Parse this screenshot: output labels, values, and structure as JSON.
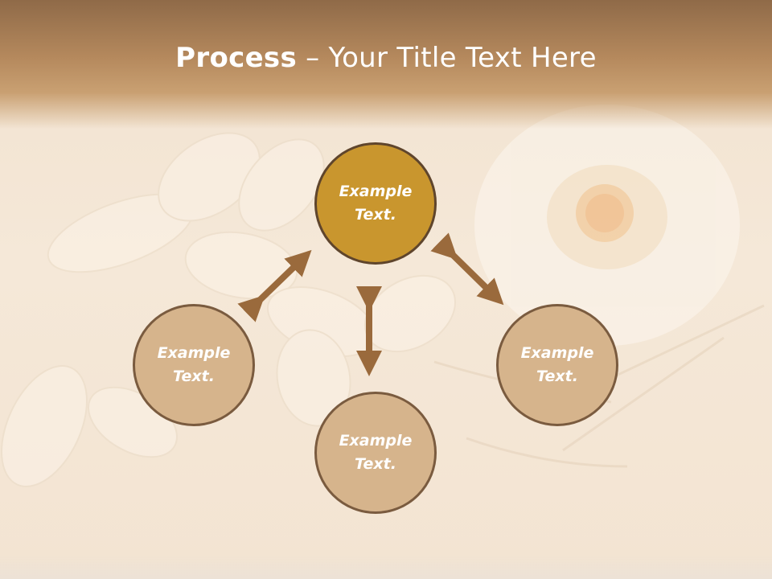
{
  "slide": {
    "title_bold": "Process",
    "title_rest": " – Your Title Text Here"
  },
  "diagram": {
    "center": {
      "label_line1": "Example",
      "label_line2": "Text."
    },
    "left": {
      "label_line1": "Example",
      "label_line2": "Text."
    },
    "bottom": {
      "label_line1": "Example",
      "label_line2": "Text."
    },
    "right": {
      "label_line1": "Example",
      "label_line2": "Text."
    }
  },
  "colors": {
    "header_brown": "#8f6a48",
    "main_node": "#c9962e",
    "sub_node": "#d6b48c",
    "arrow": "#9a6a3c"
  }
}
